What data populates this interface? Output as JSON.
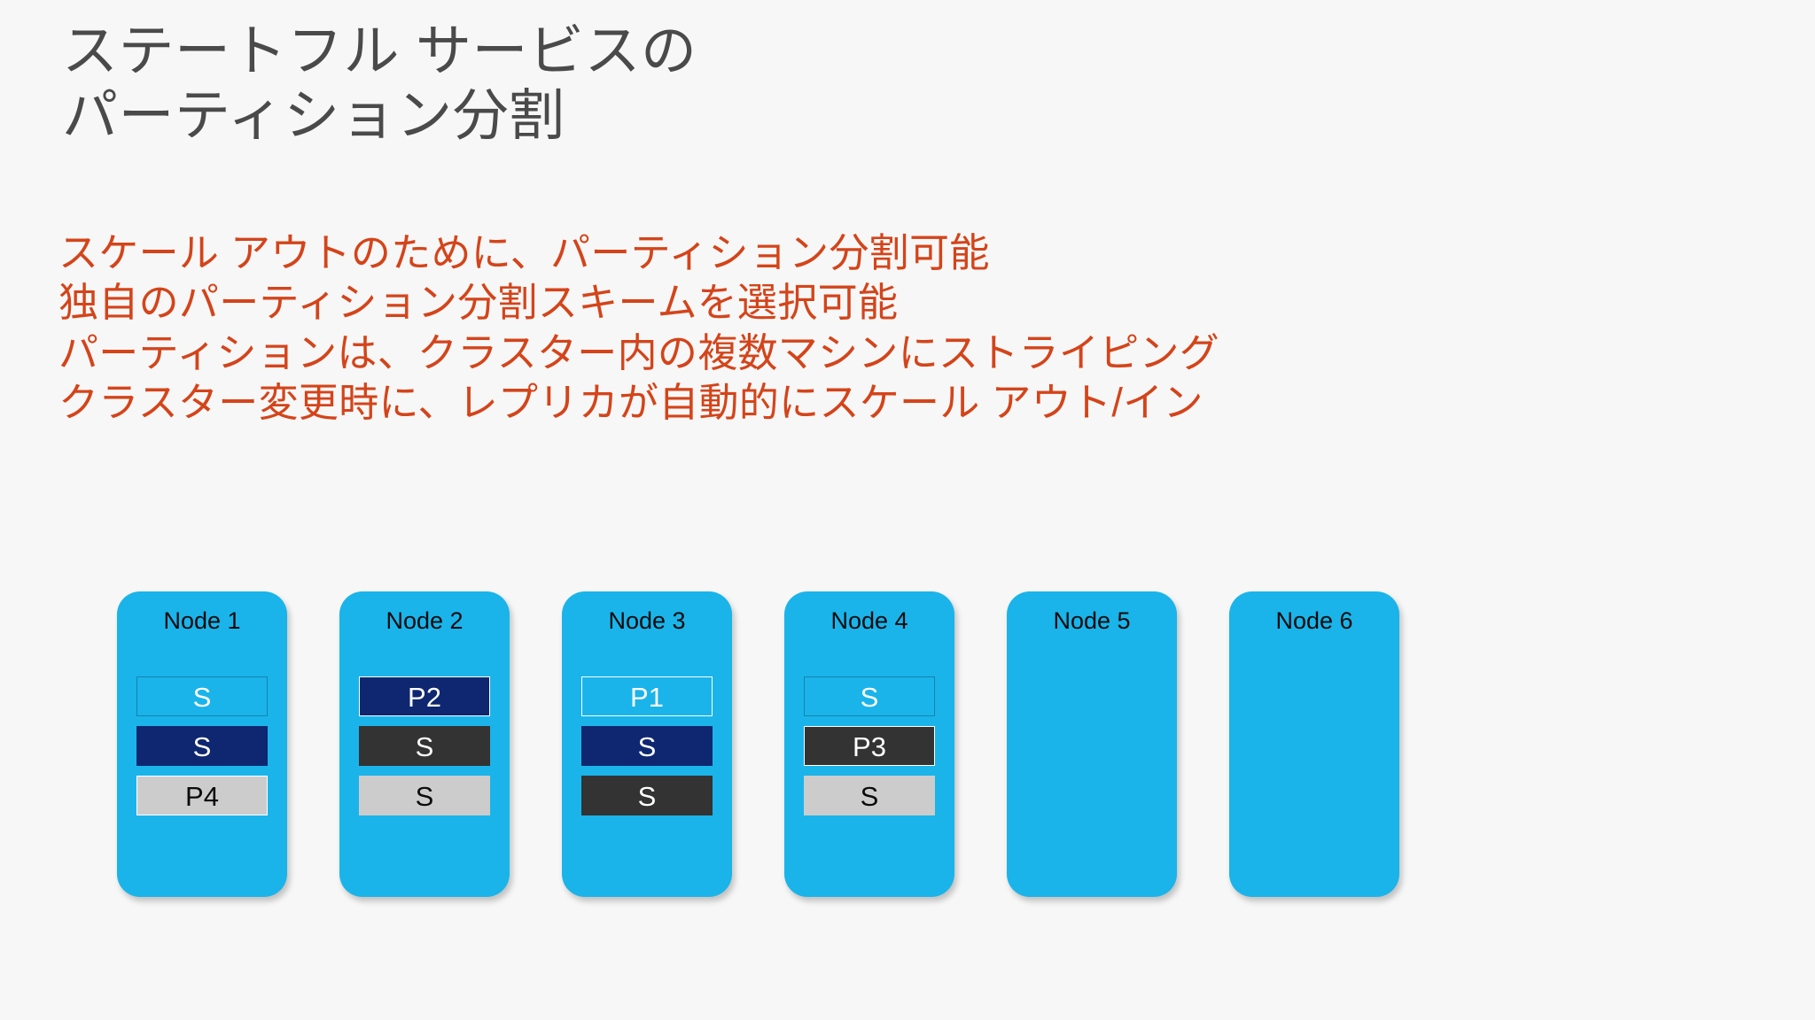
{
  "slide": {
    "background_color": "#f7f7f7",
    "title": "ステートフル サービスの\nパーティション分割",
    "title_color": "#4a4a4a",
    "body_color": "#d4441a",
    "body_lines": [
      "スケール アウトのために、パーティション分割可能",
      "独自のパーティション分割スキームを選択可能",
      "パーティションは、クラスター内の複数マシンにストライピング",
      "クラスター変更時に、レプリカが自動的にスケール アウト/イン"
    ]
  },
  "diagram": {
    "node_color": "#1ab4ea",
    "colors": {
      "primary_navy": "#0e2770",
      "secondary_dark": "#333333",
      "secondary_light": "#cccccc",
      "ghost_border_blue": "#1683ad",
      "ghost_border_white": "#ffffff"
    },
    "nodes": [
      {
        "title": "Node 1",
        "replicas": [
          {
            "label": "S",
            "style": "ghost-blue"
          },
          {
            "label": "S",
            "style": "navy"
          },
          {
            "label": "P4",
            "style": "light-w"
          }
        ]
      },
      {
        "title": "Node 2",
        "replicas": [
          {
            "label": "P2",
            "style": "navy-w"
          },
          {
            "label": "S",
            "style": "dark"
          },
          {
            "label": "S",
            "style": "light"
          }
        ]
      },
      {
        "title": "Node 3",
        "replicas": [
          {
            "label": "P1",
            "style": "ghost-white"
          },
          {
            "label": "S",
            "style": "navy"
          },
          {
            "label": "S",
            "style": "dark"
          }
        ]
      },
      {
        "title": "Node 4",
        "replicas": [
          {
            "label": "S",
            "style": "ghost-blue"
          },
          {
            "label": "P3",
            "style": "dark-w"
          },
          {
            "label": "S",
            "style": "light"
          }
        ]
      },
      {
        "title": "Node 5",
        "replicas": []
      },
      {
        "title": "Node 6",
        "replicas": []
      }
    ]
  }
}
